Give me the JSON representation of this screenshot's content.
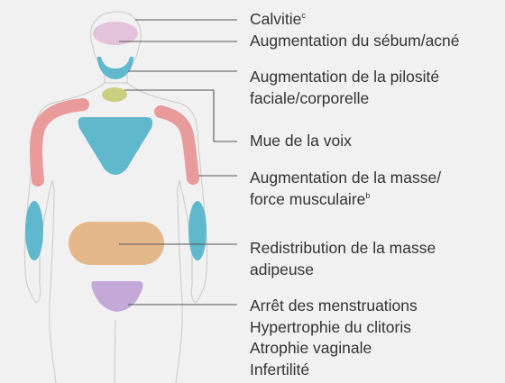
{
  "colors": {
    "background": "#f1f1f1",
    "outline": "#cfcfcf",
    "leader": "#555555",
    "text": "#333333",
    "scalp": "#e3c2dc",
    "beard": "#5fb8cc",
    "larynx": "#c9cf7e",
    "chest": "#5fb8cc",
    "shoulders": "#e99a9a",
    "arms": "#5fb8cc",
    "abdomen": "#e4b88a",
    "pelvis": "#c3a8d8"
  },
  "labels": {
    "baldness": {
      "text": "Calvitie",
      "sup": "c"
    },
    "sebum": {
      "text": "Augmentation du sébum/acné"
    },
    "hair": {
      "lines": [
        "Augmentation de la pilosité",
        "faciale/corporelle"
      ]
    },
    "voice": {
      "text": "Mue de la voix"
    },
    "muscle": {
      "lines": [
        "Augmentation de la masse/",
        "force musculaire"
      ],
      "sup": "b"
    },
    "fat": {
      "lines": [
        "Redistribution de la masse",
        "adipeuse"
      ]
    },
    "reproductive": {
      "lines": [
        "Arrêt des menstruations",
        "Hypertrophie du clitoris",
        "Atrophie vaginale",
        "Infertilité"
      ]
    }
  }
}
